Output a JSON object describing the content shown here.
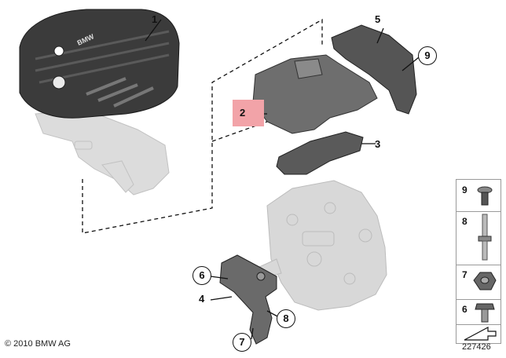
{
  "parts": {
    "p1": "1",
    "p2": "2",
    "p3": "3",
    "p4": "4",
    "p5": "5",
    "p6": "6",
    "p7": "7",
    "p8": "8",
    "p9": "9"
  },
  "sidebar": {
    "items": [
      {
        "num": "9",
        "icon": "clip-icon"
      },
      {
        "num": "8",
        "icon": "stud-bolt-icon"
      },
      {
        "num": "7",
        "icon": "hex-nut-icon"
      },
      {
        "num": "6",
        "icon": "hex-bolt-icon"
      },
      {
        "num": "",
        "icon": "arrow-icon"
      }
    ]
  },
  "cover_logo": "BMW",
  "footer": {
    "copyright": "© 2010 BMW AG",
    "image_number": "227426"
  },
  "colors": {
    "highlight": "#f2a3a8",
    "cover_dark": "#3a3a3a",
    "ghost_part": "#d4d4d4",
    "line": "#111111"
  }
}
